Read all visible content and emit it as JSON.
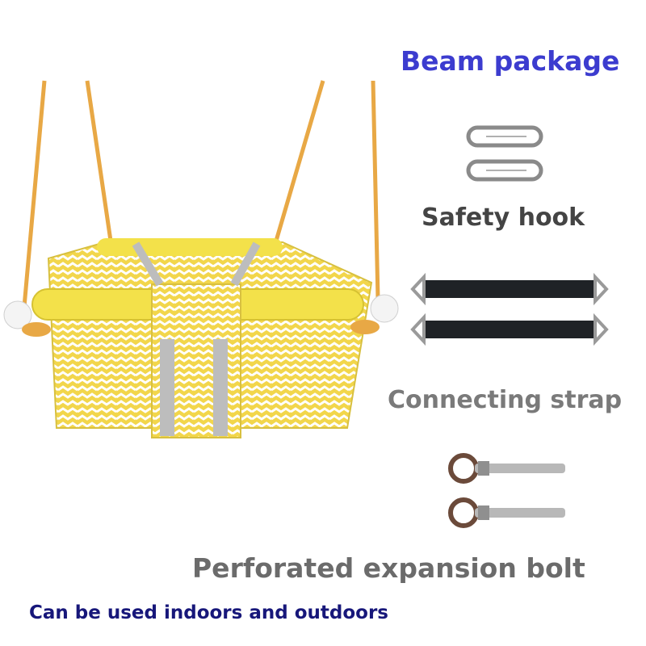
{
  "title": "Beam package",
  "items": {
    "hook_label": "Safety hook",
    "strap_label": "Connecting strap",
    "bolt_label": "Perforated expansion bolt"
  },
  "footer": "Can be used indoors and outdoors",
  "colors": {
    "title": "#3c3ccf",
    "footer": "#17177a",
    "rope": "#e8a845",
    "fabric_yellow": "#f2d64b",
    "bar_yellow": "#f3e14a"
  },
  "icons": [
    "swing-image",
    "carabiner-icon",
    "strap-icon",
    "eye-bolt-icon"
  ]
}
